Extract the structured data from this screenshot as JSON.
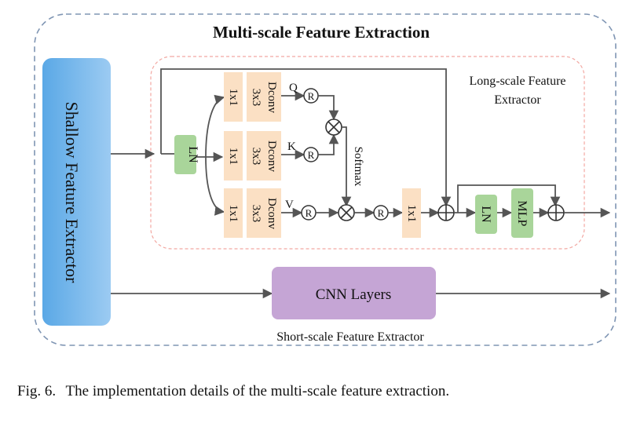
{
  "diagram": {
    "title": "Multi-scale Feature Extraction",
    "shallow_label": "Shallow Feature Extractor",
    "long_scale_line1": "Long-scale Feature",
    "long_scale_line2": "Extractor",
    "short_scale_label": "Short-scale Feature Extractor",
    "cnn_label": "CNN Layers",
    "ln1_label": "LN",
    "ln2_label": "LN",
    "mlp_label": "MLP",
    "conv1x1_label": "1x1",
    "dconv_line1": "3x3",
    "dconv_line2": "Dconv",
    "q_label": "Q",
    "k_label": "K",
    "v_label": "V",
    "reshape_symbol": "R",
    "softmax_label": "Softmax",
    "out_conv_label": "1x1",
    "colors": {
      "shallow_top": "#9ccbf2",
      "shallow_bottom": "#5aa8e6",
      "conv_block": "#fbe0c4",
      "norm_block": "#a9d59a",
      "cnn_block": "#c5a5d5",
      "outer_dash": "#7f95b3",
      "inner_dash": "#f2a8a2",
      "arrow": "#555555"
    }
  },
  "caption": {
    "label": "Fig. 6.",
    "text": "The implementation details of the multi-scale feature extraction."
  }
}
